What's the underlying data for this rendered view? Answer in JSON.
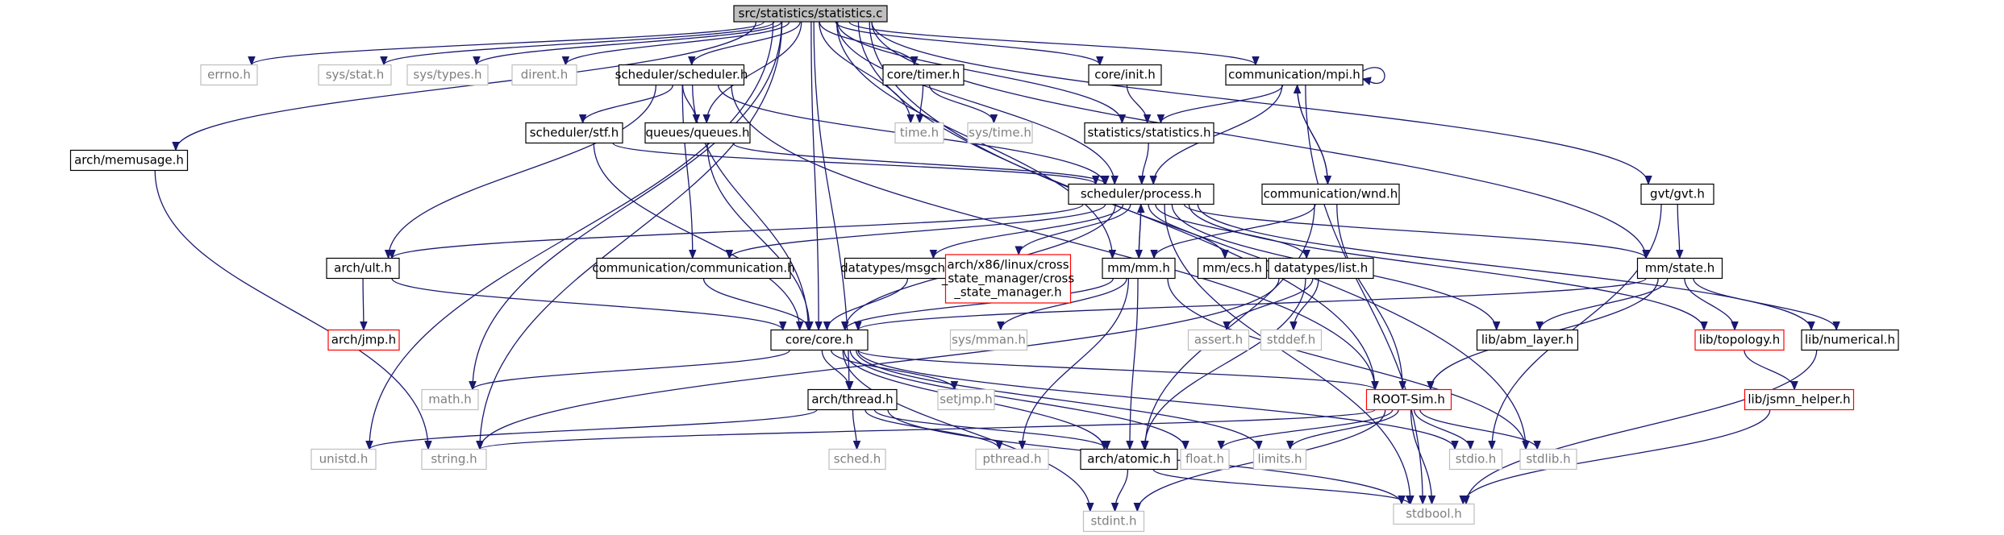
{
  "graph": {
    "title": "src/statistics/statistics.c",
    "colors": {
      "edge": "#191970",
      "root_fill": "#bfbfbf",
      "doc_border": "#000000",
      "missing_border": "#bfbfbf",
      "missing_text": "#7f7f7f",
      "truncated_border": "#ff0000"
    },
    "nodes": [
      {
        "id": "root",
        "label": "src/statistics/statistics.c",
        "kind": "root"
      },
      {
        "id": "errno",
        "label": "errno.h",
        "kind": "missing"
      },
      {
        "id": "sysstat",
        "label": "sys/stat.h",
        "kind": "missing"
      },
      {
        "id": "systypes",
        "label": "sys/types.h",
        "kind": "missing"
      },
      {
        "id": "dirent",
        "label": "dirent.h",
        "kind": "missing"
      },
      {
        "id": "sched_h",
        "label": "scheduler/scheduler.h",
        "kind": "doc"
      },
      {
        "id": "timer",
        "label": "core/timer.h",
        "kind": "doc"
      },
      {
        "id": "init",
        "label": "core/init.h",
        "kind": "doc"
      },
      {
        "id": "mpi",
        "label": "communication/mpi.h",
        "kind": "doc"
      },
      {
        "id": "memusage",
        "label": "arch/memusage.h",
        "kind": "doc"
      },
      {
        "id": "stf",
        "label": "scheduler/stf.h",
        "kind": "doc"
      },
      {
        "id": "queues",
        "label": "queues/queues.h",
        "kind": "doc"
      },
      {
        "id": "time",
        "label": "time.h",
        "kind": "missing"
      },
      {
        "id": "systime",
        "label": "sys/time.h",
        "kind": "missing"
      },
      {
        "id": "stats",
        "label": "statistics/statistics.h",
        "kind": "doc"
      },
      {
        "id": "process",
        "label": "scheduler/process.h",
        "kind": "doc"
      },
      {
        "id": "wnd",
        "label": "communication/wnd.h",
        "kind": "doc"
      },
      {
        "id": "gvt",
        "label": "gvt/gvt.h",
        "kind": "doc"
      },
      {
        "id": "ult",
        "label": "arch/ult.h",
        "kind": "doc"
      },
      {
        "id": "commh",
        "label": "communication/communication.h",
        "kind": "doc"
      },
      {
        "id": "msgch",
        "label": "datatypes/msgchannel.h",
        "kind": "doc"
      },
      {
        "id": "cross",
        "label": "arch/x86/linux/cross\n_state_manager/cross\n_state_manager.h",
        "kind": "truncated"
      },
      {
        "id": "mmh",
        "label": "mm/mm.h",
        "kind": "doc"
      },
      {
        "id": "ecs",
        "label": "mm/ecs.h",
        "kind": "doc"
      },
      {
        "id": "list",
        "label": "datatypes/list.h",
        "kind": "doc"
      },
      {
        "id": "state",
        "label": "mm/state.h",
        "kind": "doc"
      },
      {
        "id": "jmp",
        "label": "arch/jmp.h",
        "kind": "truncated"
      },
      {
        "id": "core",
        "label": "core/core.h",
        "kind": "doc"
      },
      {
        "id": "sysmman",
        "label": "sys/mman.h",
        "kind": "missing"
      },
      {
        "id": "assert",
        "label": "assert.h",
        "kind": "missing"
      },
      {
        "id": "stddef",
        "label": "stddef.h",
        "kind": "missing"
      },
      {
        "id": "abm",
        "label": "lib/abm_layer.h",
        "kind": "doc"
      },
      {
        "id": "topology",
        "label": "lib/topology.h",
        "kind": "truncated"
      },
      {
        "id": "numerical",
        "label": "lib/numerical.h",
        "kind": "doc"
      },
      {
        "id": "math",
        "label": "math.h",
        "kind": "missing"
      },
      {
        "id": "thread",
        "label": "arch/thread.h",
        "kind": "doc"
      },
      {
        "id": "setjmp",
        "label": "setjmp.h",
        "kind": "missing"
      },
      {
        "id": "rootsim",
        "label": "ROOT-Sim.h",
        "kind": "truncated"
      },
      {
        "id": "jsmn",
        "label": "lib/jsmn_helper.h",
        "kind": "truncated"
      },
      {
        "id": "unistd",
        "label": "unistd.h",
        "kind": "missing"
      },
      {
        "id": "string",
        "label": "string.h",
        "kind": "missing"
      },
      {
        "id": "sched",
        "label": "sched.h",
        "kind": "missing"
      },
      {
        "id": "pthread",
        "label": "pthread.h",
        "kind": "missing"
      },
      {
        "id": "atomic",
        "label": "arch/atomic.h",
        "kind": "doc"
      },
      {
        "id": "float",
        "label": "float.h",
        "kind": "missing"
      },
      {
        "id": "limits",
        "label": "limits.h",
        "kind": "missing"
      },
      {
        "id": "stdio",
        "label": "stdio.h",
        "kind": "missing"
      },
      {
        "id": "stdlib",
        "label": "stdlib.h",
        "kind": "missing"
      },
      {
        "id": "stdint",
        "label": "stdint.h",
        "kind": "missing"
      },
      {
        "id": "stdbool",
        "label": "stdbool.h",
        "kind": "missing"
      }
    ],
    "edges": [
      [
        "root",
        "errno"
      ],
      [
        "root",
        "sysstat"
      ],
      [
        "root",
        "systypes"
      ],
      [
        "root",
        "dirent"
      ],
      [
        "root",
        "sched_h"
      ],
      [
        "root",
        "timer"
      ],
      [
        "root",
        "init"
      ],
      [
        "root",
        "mpi"
      ],
      [
        "root",
        "memusage"
      ],
      [
        "root",
        "queues"
      ],
      [
        "root",
        "time"
      ],
      [
        "root",
        "stats"
      ],
      [
        "root",
        "process"
      ],
      [
        "root",
        "gvt"
      ],
      [
        "root",
        "mmh"
      ],
      [
        "root",
        "state"
      ],
      [
        "root",
        "core"
      ],
      [
        "root",
        "math"
      ],
      [
        "root",
        "thread"
      ],
      [
        "root",
        "rootsim"
      ],
      [
        "root",
        "unistd"
      ],
      [
        "root",
        "string"
      ],
      [
        "root",
        "stdlib"
      ],
      [
        "sched_h",
        "stf"
      ],
      [
        "sched_h",
        "queues"
      ],
      [
        "sched_h",
        "process"
      ],
      [
        "sched_h",
        "ult"
      ],
      [
        "sched_h",
        "commh"
      ],
      [
        "sched_h",
        "core"
      ],
      [
        "sched_h",
        "rootsim"
      ],
      [
        "timer",
        "time"
      ],
      [
        "timer",
        "systime"
      ],
      [
        "init",
        "stats"
      ],
      [
        "mpi",
        "mpi"
      ],
      [
        "mpi",
        "stats"
      ],
      [
        "mpi",
        "wnd"
      ],
      [
        "mpi",
        "process"
      ],
      [
        "mpi",
        "stdbool"
      ],
      [
        "memusage",
        "string"
      ],
      [
        "stf",
        "process"
      ],
      [
        "stf",
        "core"
      ],
      [
        "queues",
        "process"
      ],
      [
        "queues",
        "core"
      ],
      [
        "stats",
        "process"
      ],
      [
        "process",
        "ult"
      ],
      [
        "process",
        "commh"
      ],
      [
        "process",
        "msgch"
      ],
      [
        "process",
        "cross"
      ],
      [
        "process",
        "mmh"
      ],
      [
        "process",
        "ecs"
      ],
      [
        "process",
        "list"
      ],
      [
        "process",
        "state"
      ],
      [
        "process",
        "abm"
      ],
      [
        "process",
        "topology"
      ],
      [
        "process",
        "numerical"
      ],
      [
        "process",
        "stdbool"
      ],
      [
        "process",
        "core"
      ],
      [
        "wnd",
        "mpi"
      ],
      [
        "wnd",
        "mmh"
      ],
      [
        "wnd",
        "atomic"
      ],
      [
        "wnd",
        "rootsim"
      ],
      [
        "gvt",
        "state"
      ],
      [
        "gvt",
        "stdio"
      ],
      [
        "ult",
        "jmp"
      ],
      [
        "ult",
        "core"
      ],
      [
        "commh",
        "core"
      ],
      [
        "msgch",
        "core"
      ],
      [
        "mmh",
        "process"
      ],
      [
        "mmh",
        "core"
      ],
      [
        "mmh",
        "sysmman"
      ],
      [
        "mmh",
        "pthread"
      ],
      [
        "mmh",
        "atomic"
      ],
      [
        "mmh",
        "stdlib"
      ],
      [
        "list",
        "assert"
      ],
      [
        "list",
        "stddef"
      ],
      [
        "list",
        "atomic"
      ],
      [
        "list",
        "string"
      ],
      [
        "state",
        "core"
      ],
      [
        "state",
        "abm"
      ],
      [
        "state",
        "topology"
      ],
      [
        "state",
        "numerical"
      ],
      [
        "state",
        "rootsim"
      ],
      [
        "core",
        "math"
      ],
      [
        "core",
        "thread"
      ],
      [
        "core",
        "setjmp"
      ],
      [
        "core",
        "atomic"
      ],
      [
        "core",
        "float"
      ],
      [
        "core",
        "limits"
      ],
      [
        "core",
        "stdio"
      ],
      [
        "core",
        "stdint"
      ],
      [
        "core",
        "rootsim"
      ],
      [
        "thread",
        "unistd"
      ],
      [
        "thread",
        "sched"
      ],
      [
        "thread",
        "pthread"
      ],
      [
        "thread",
        "atomic"
      ],
      [
        "thread",
        "stdbool"
      ],
      [
        "rootsim",
        "string"
      ],
      [
        "rootsim",
        "float"
      ],
      [
        "rootsim",
        "limits"
      ],
      [
        "rootsim",
        "stdio"
      ],
      [
        "rootsim",
        "stdlib"
      ],
      [
        "rootsim",
        "stdbool"
      ],
      [
        "rootsim",
        "stdint"
      ],
      [
        "topology",
        "jsmn"
      ],
      [
        "jsmn",
        "stdbool"
      ],
      [
        "numerical",
        "stdbool"
      ],
      [
        "atomic",
        "stdint"
      ],
      [
        "atomic",
        "stdbool"
      ]
    ]
  }
}
